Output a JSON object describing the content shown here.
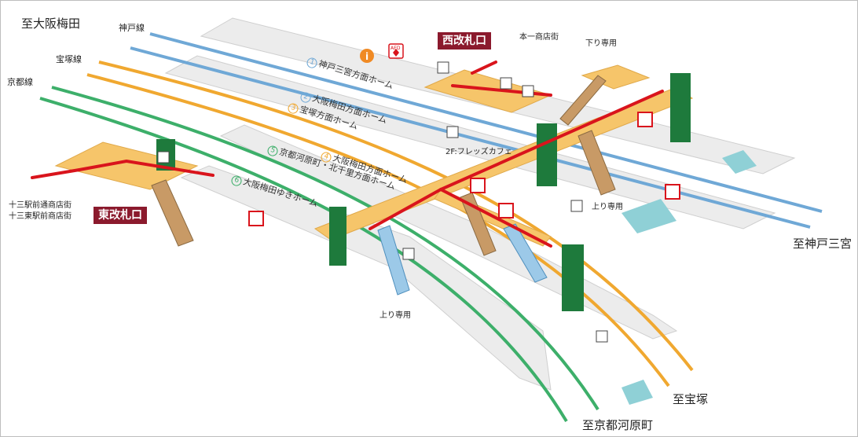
{
  "map": {
    "directions": {
      "umeda": "至大阪梅田",
      "sannomiya": "至神戸三宮",
      "takarazuka": "至宝塚",
      "kawaramachi": "至京都河原町"
    },
    "lines": {
      "kobe": {
        "name": "神戸線",
        "color": "#6fa8d6"
      },
      "takarazuka": {
        "name": "宝塚線",
        "color": "#f0a830"
      },
      "kyoto": {
        "name": "京都線",
        "color": "#3daf6a"
      }
    },
    "platforms": [
      {
        "number": "1",
        "label": "神戸三宮方面ホーム",
        "color": "#6fa8d6"
      },
      {
        "number": "2",
        "label": "大阪梅田方面ホーム",
        "color": "#6fa8d6"
      },
      {
        "number": "3",
        "label": "宝塚方面ホーム",
        "color": "#f0a830"
      },
      {
        "number": "4",
        "label": "大阪梅田方面ホーム",
        "color": "#f0a830"
      },
      {
        "number": "5",
        "label": "京都河原町・北千里方面ホーム",
        "color": "#3daf6a"
      },
      {
        "number": "6",
        "label": "大阪梅田ゆきホーム",
        "color": "#3daf6a"
      }
    ],
    "gates": {
      "west": "西改札口",
      "east": "東改札口",
      "color": "#8b1a2d"
    },
    "labels": {
      "honichi_shotengai": "本一商店街",
      "down_only": "下り専用",
      "up_only_1": "上り専用",
      "up_only_2": "上り専用",
      "cafe": "2F:フレッズカフェ",
      "juso_ekimae": "十三駅前通商店街",
      "juso_higashi": "十三東駅前商店街",
      "aed": "AED"
    },
    "colors": {
      "route": "#d9141c",
      "concourse": "#f6c56a",
      "platform_fill": "#ececec",
      "elevator_green": "#1e7a3c",
      "toilet_fill": "#8fd0d6"
    }
  }
}
